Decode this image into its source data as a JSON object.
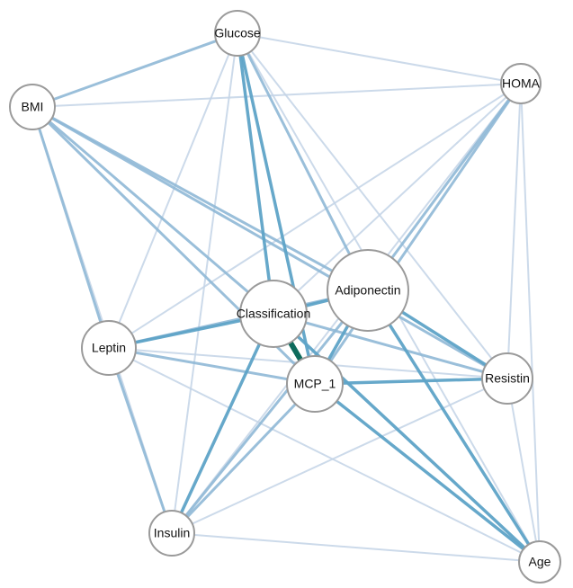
{
  "graph": {
    "edge_colors": {
      "weak": "#c3d3e6",
      "medium": "#8fb8d6",
      "strong": "#5ea3c7",
      "strongest": "#0d6b5c"
    },
    "nodes": [
      {
        "id": "glucose",
        "label": "Glucose"
      },
      {
        "id": "bmi",
        "label": "BMI"
      },
      {
        "id": "homa",
        "label": "HOMA"
      },
      {
        "id": "adiponectin",
        "label": "Adiponectin"
      },
      {
        "id": "classification",
        "label": "Classification"
      },
      {
        "id": "leptin",
        "label": "Leptin"
      },
      {
        "id": "mcp1",
        "label": "MCP_1"
      },
      {
        "id": "resistin",
        "label": "Resistin"
      },
      {
        "id": "insulin",
        "label": "Insulin"
      },
      {
        "id": "age",
        "label": "Age"
      }
    ],
    "edges": [
      {
        "source": "classification",
        "target": "mcp1",
        "strength": "strongest"
      },
      {
        "source": "glucose",
        "target": "bmi",
        "strength": "medium"
      },
      {
        "source": "glucose",
        "target": "homa",
        "strength": "weak"
      },
      {
        "source": "glucose",
        "target": "classification",
        "strength": "strong"
      },
      {
        "source": "glucose",
        "target": "mcp1",
        "strength": "strong"
      },
      {
        "source": "glucose",
        "target": "adiponectin",
        "strength": "medium"
      },
      {
        "source": "glucose",
        "target": "leptin",
        "strength": "weak"
      },
      {
        "source": "glucose",
        "target": "insulin",
        "strength": "weak"
      },
      {
        "source": "glucose",
        "target": "resistin",
        "strength": "weak"
      },
      {
        "source": "glucose",
        "target": "age",
        "strength": "weak"
      },
      {
        "source": "bmi",
        "target": "homa",
        "strength": "weak"
      },
      {
        "source": "bmi",
        "target": "classification",
        "strength": "medium"
      },
      {
        "source": "bmi",
        "target": "adiponectin",
        "strength": "medium"
      },
      {
        "source": "bmi",
        "target": "mcp1",
        "strength": "medium"
      },
      {
        "source": "bmi",
        "target": "resistin",
        "strength": "medium"
      },
      {
        "source": "bmi",
        "target": "leptin",
        "strength": "medium"
      },
      {
        "source": "bmi",
        "target": "insulin",
        "strength": "weak"
      },
      {
        "source": "homa",
        "target": "classification",
        "strength": "weak"
      },
      {
        "source": "homa",
        "target": "adiponectin",
        "strength": "medium"
      },
      {
        "source": "homa",
        "target": "mcp1",
        "strength": "medium"
      },
      {
        "source": "homa",
        "target": "leptin",
        "strength": "weak"
      },
      {
        "source": "homa",
        "target": "resistin",
        "strength": "weak"
      },
      {
        "source": "homa",
        "target": "insulin",
        "strength": "weak"
      },
      {
        "source": "homa",
        "target": "age",
        "strength": "weak"
      },
      {
        "source": "adiponectin",
        "target": "classification",
        "strength": "strong"
      },
      {
        "source": "adiponectin",
        "target": "mcp1",
        "strength": "strong"
      },
      {
        "source": "adiponectin",
        "target": "leptin",
        "strength": "medium"
      },
      {
        "source": "adiponectin",
        "target": "resistin",
        "strength": "strong"
      },
      {
        "source": "adiponectin",
        "target": "insulin",
        "strength": "medium"
      },
      {
        "source": "adiponectin",
        "target": "age",
        "strength": "strong"
      },
      {
        "source": "classification",
        "target": "leptin",
        "strength": "strong"
      },
      {
        "source": "classification",
        "target": "resistin",
        "strength": "medium"
      },
      {
        "source": "classification",
        "target": "insulin",
        "strength": "strong"
      },
      {
        "source": "classification",
        "target": "age",
        "strength": "strong"
      },
      {
        "source": "leptin",
        "target": "mcp1",
        "strength": "medium"
      },
      {
        "source": "leptin",
        "target": "resistin",
        "strength": "weak"
      },
      {
        "source": "leptin",
        "target": "insulin",
        "strength": "medium"
      },
      {
        "source": "leptin",
        "target": "age",
        "strength": "weak"
      },
      {
        "source": "mcp1",
        "target": "resistin",
        "strength": "strong"
      },
      {
        "source": "mcp1",
        "target": "insulin",
        "strength": "medium"
      },
      {
        "source": "mcp1",
        "target": "age",
        "strength": "strong"
      },
      {
        "source": "resistin",
        "target": "insulin",
        "strength": "weak"
      },
      {
        "source": "resistin",
        "target": "age",
        "strength": "weak"
      },
      {
        "source": "insulin",
        "target": "age",
        "strength": "weak"
      }
    ]
  }
}
